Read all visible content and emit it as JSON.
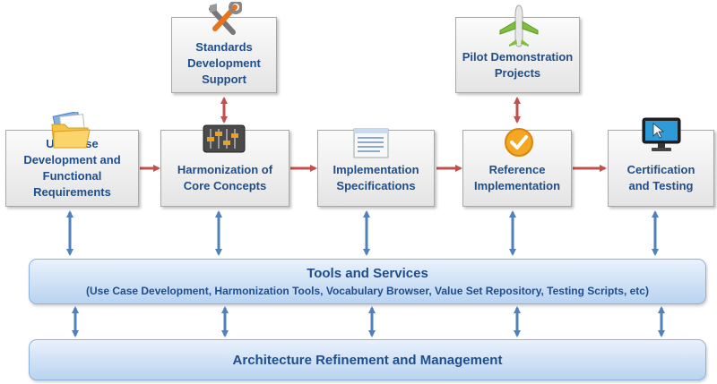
{
  "boxes": {
    "use_case": "Use Case Development and Functional Requirements",
    "harmonization": "Harmonization of Core Concepts",
    "implementation": "Implementation Specifications",
    "reference": "Reference Implementation",
    "certification": "Certification and Testing",
    "standards": "Standards Development Support",
    "pilot": "Pilot Demonstration Projects"
  },
  "tools": {
    "title": "Tools and Services",
    "subtitle": "(Use Case Development, Harmonization Tools,  Vocabulary Browser, Value Set Repository, Testing Scripts, etc)"
  },
  "architecture": {
    "title": "Architecture Refinement and Management"
  },
  "colors": {
    "box_text": "#1f4e8c",
    "red_arrow": "#c0504d",
    "blue_arrow": "#4f81bd",
    "bar_fill": "#c6dbf3"
  },
  "icons": [
    "folder-icon",
    "tools-icon",
    "sliders-icon",
    "document-icon",
    "airplane-icon",
    "checkmark-icon",
    "monitor-icon"
  ]
}
